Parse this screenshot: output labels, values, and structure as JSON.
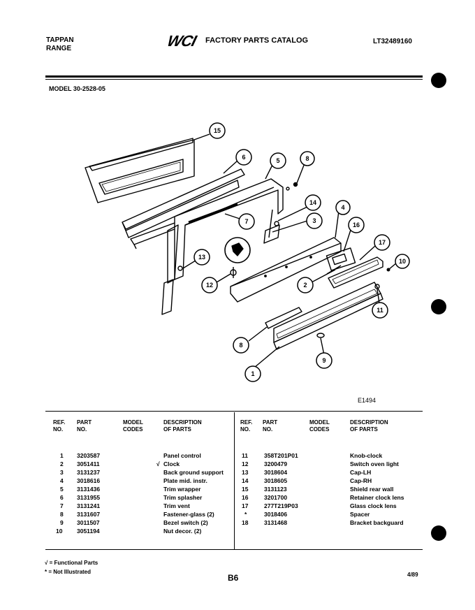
{
  "header": {
    "brand_line1": "TAPPAN",
    "brand_line2": "RANGE",
    "logo": "WCI",
    "catalog_title": "FACTORY PARTS CATALOG",
    "catalog_code": "LT32489160"
  },
  "model": "MODEL 30-2528-05",
  "figure_code": "E1494",
  "callouts": [
    "15",
    "6",
    "5",
    "8",
    "14",
    "4",
    "7",
    "3",
    "16",
    "17",
    "10",
    "13",
    "12",
    "2",
    "11",
    "8",
    "9",
    "1"
  ],
  "table_headers": {
    "ref": "REF.",
    "no": "NO.",
    "part": "PART",
    "part_no": "NO.",
    "model": "MODEL",
    "codes": "CODES",
    "desc": "DESCRIPTION",
    "of_parts": "OF PARTS"
  },
  "parts_left": [
    {
      "ref": "1",
      "part": "3203587",
      "code": "",
      "desc": "Panel control"
    },
    {
      "ref": "2",
      "part": "3051411",
      "code": "√",
      "desc": "Clock"
    },
    {
      "ref": "3",
      "part": "3131237",
      "code": "",
      "desc": "Back ground support"
    },
    {
      "ref": "4",
      "part": "3018616",
      "code": "",
      "desc": "Plate mid. instr."
    },
    {
      "ref": "5",
      "part": "3131436",
      "code": "",
      "desc": "Trim wrapper"
    },
    {
      "ref": "6",
      "part": "3131955",
      "code": "",
      "desc": "Trim splasher"
    },
    {
      "ref": "7",
      "part": "3131241",
      "code": "",
      "desc": "Trim vent"
    },
    {
      "ref": "8",
      "part": "3131607",
      "code": "",
      "desc": "Fastener-glass (2)"
    },
    {
      "ref": "9",
      "part": "3011507",
      "code": "",
      "desc": "Bezel switch (2)"
    },
    {
      "ref": "10",
      "part": "3051194",
      "code": "",
      "desc": "Nut decor. (2)"
    }
  ],
  "parts_right": [
    {
      "ref": "11",
      "part": "358T201P01",
      "code": "",
      "desc": "Knob-clock"
    },
    {
      "ref": "12",
      "part": "3200479",
      "code": "",
      "desc": "Switch oven light"
    },
    {
      "ref": "13",
      "part": "3018604",
      "code": "",
      "desc": "Cap-LH"
    },
    {
      "ref": "14",
      "part": "3018605",
      "code": "",
      "desc": "Cap-RH"
    },
    {
      "ref": "15",
      "part": "3131123",
      "code": "",
      "desc": "Shield rear wall"
    },
    {
      "ref": "16",
      "part": "3201700",
      "code": "",
      "desc": "Retainer clock lens"
    },
    {
      "ref": "17",
      "part": "277T219P03",
      "code": "",
      "desc": "Glass clock lens"
    },
    {
      "ref": "*",
      "part": "3018406",
      "code": "",
      "desc": "Spacer"
    },
    {
      "ref": "18",
      "part": "3131468",
      "code": "",
      "desc": "Bracket backguard"
    }
  ],
  "footer": {
    "note1": "√ = Functional Parts",
    "note2": "* = Not Illustrated",
    "page": "B6",
    "date": "4/89"
  }
}
